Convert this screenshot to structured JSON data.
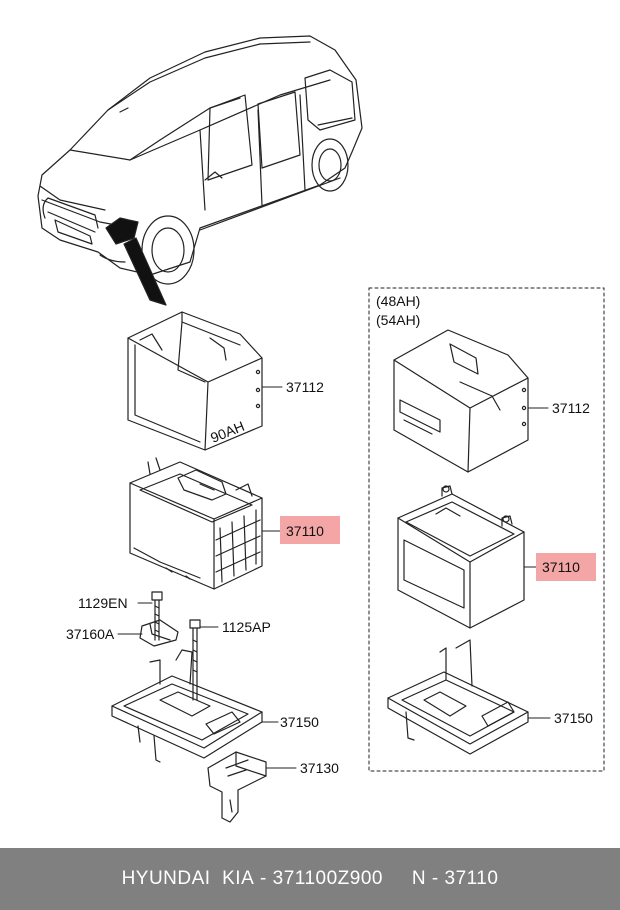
{
  "labels": {
    "box_left": "37112",
    "battery_left": "37110",
    "bolt": "1129EN",
    "clamp": "37160A",
    "bolt2": "1125AP",
    "tray_left": "37150",
    "bracket": "37130",
    "alt_capacity_1": "(48AH)",
    "alt_capacity_2": "(54AH)",
    "box_right": "37112",
    "battery_right": "37110",
    "tray_right": "37150",
    "box_stamp": "90AH"
  },
  "footer": {
    "brand": "HYUNDAI  KIA",
    "sep1": " - ",
    "part_number": "371100Z900",
    "n_label": "N",
    "sep2": " - ",
    "n_code": "37110"
  },
  "colors": {
    "highlight": "#f4a6a6",
    "footer_bg": "#808080",
    "line": "#222222"
  }
}
